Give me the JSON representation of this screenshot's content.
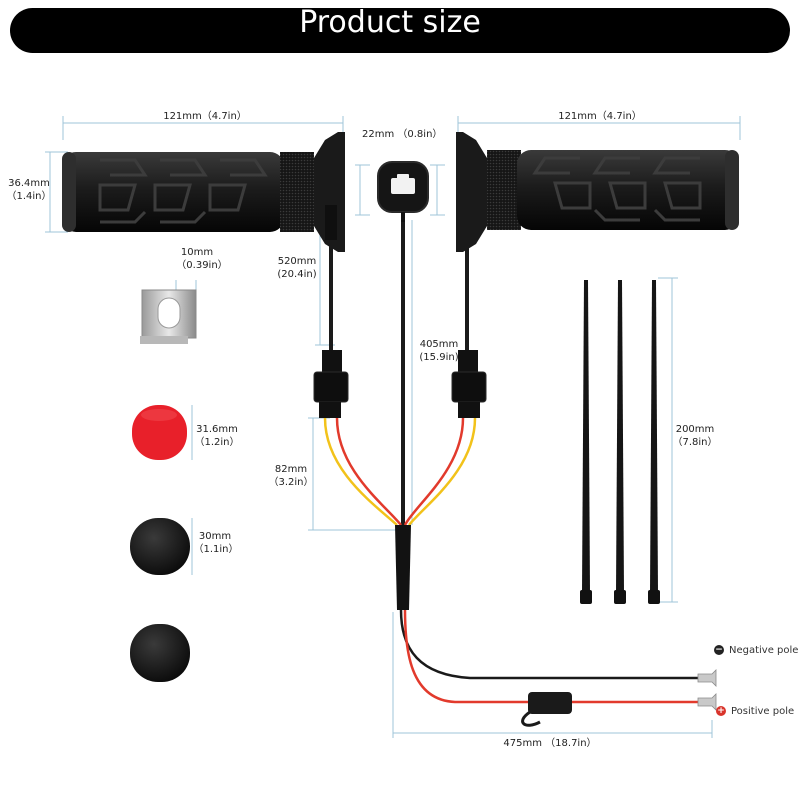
{
  "banner": {
    "title": "Product size"
  },
  "dimensions": {
    "grip_length_left": "121mm（4.7in）",
    "grip_length_right": "121mm（4.7in）",
    "grip_diameter_mm": "36.4mm",
    "grip_diameter_in": "（1.4in）",
    "switch_width": "22mm （0.8in）",
    "bracket_mm": "10mm",
    "bracket_in": "（0.39in）",
    "cable_left_mm": "520mm",
    "cable_left_in": "(20.4in)",
    "cable_right_mm": "405mm",
    "cable_right_in": "(15.9in)",
    "pad_red_mm": "31.6mm",
    "pad_red_in": "（1.2in）",
    "pad_black_mm": "30mm",
    "pad_black_in": "（1.1in）",
    "connector_mm": "82mm",
    "connector_in": "（3.2in）",
    "zip_tie_mm": "200mm",
    "zip_tie_in": "（7.8in）",
    "power_cable": "475mm （18.7in）"
  },
  "poles": {
    "negative": "Negative pole",
    "positive": "Positive pole"
  },
  "colors": {
    "banner": "#000000",
    "dimension_line": "#9fc4d8",
    "wire_red": "#e23a2c",
    "wire_yellow": "#f2c21a",
    "wire_black": "#1a1a1a",
    "pad_red": "#e8202a",
    "negative_icon": "#222222",
    "positive_icon": "#d9342b"
  }
}
